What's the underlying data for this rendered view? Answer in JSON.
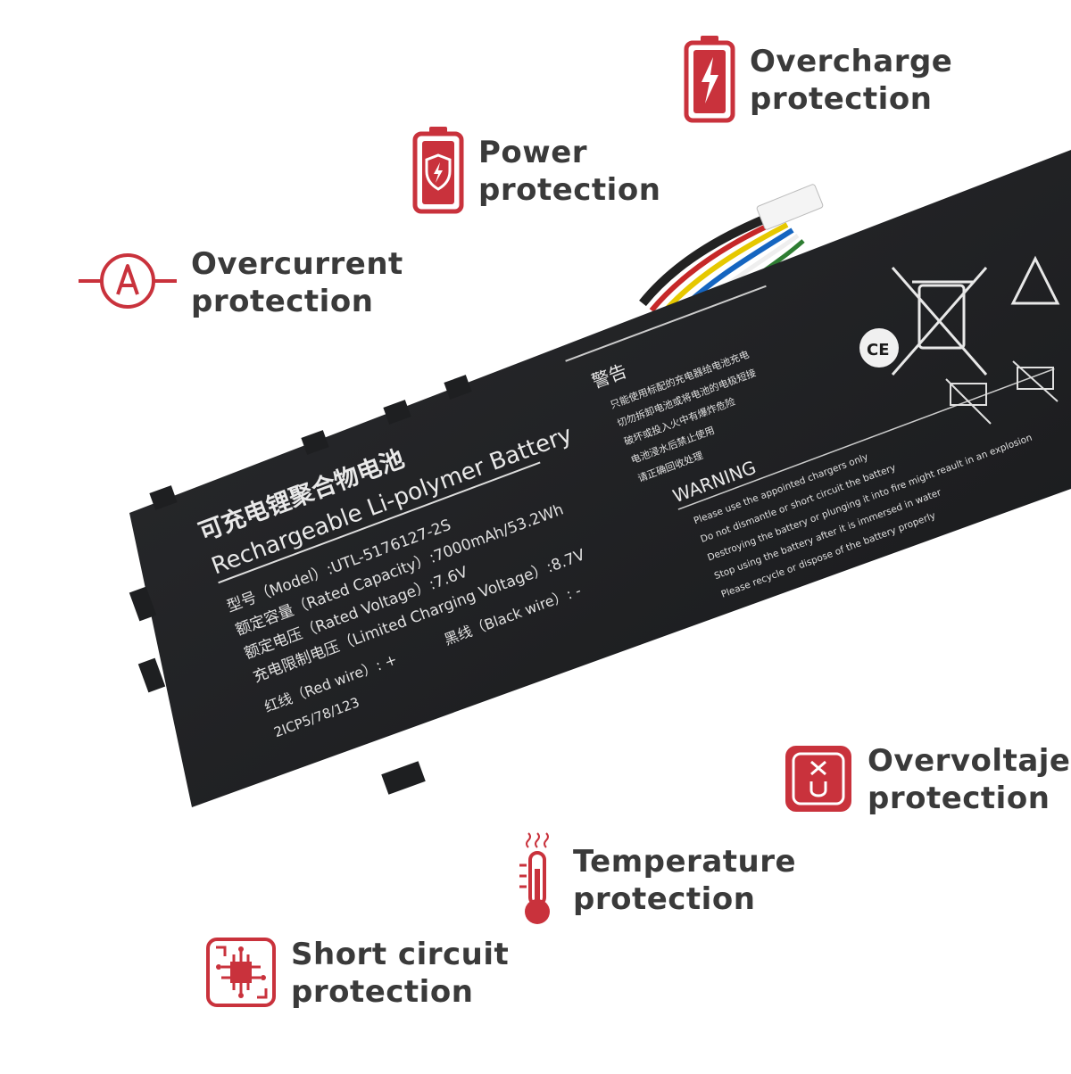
{
  "accent_color": "#c9323c",
  "features": {
    "overcharge": {
      "line1": "Overcharge",
      "line2": "protection",
      "icon": "battery-lightning-icon"
    },
    "power": {
      "line1": "Power",
      "line2": "protection",
      "icon": "battery-shield-icon"
    },
    "overcurrent": {
      "line1": "Overcurrent",
      "line2": "protection",
      "icon": "ampere-circle-icon"
    },
    "overvoltage": {
      "line1": "Overvoltaje",
      "line2": "protection",
      "icon": "voltage-square-icon"
    },
    "temperature": {
      "line1": "Temperature",
      "line2": "protection",
      "icon": "thermometer-icon"
    },
    "short_circuit": {
      "line1": "Short circuit",
      "line2": "protection",
      "icon": "chip-circuit-icon"
    }
  },
  "battery": {
    "title_cn": "可充电锂聚合物电池",
    "title_en": "Rechargeable Li-polymer Battery",
    "spec_model": "型号（Model）:UTL-5176127-2S",
    "spec_capacity": "额定容量（Rated Capacity）:7000mAh/53.2Wh",
    "spec_voltage": "额定电压（Rated Voltage）:7.6V",
    "spec_charge": "充电限制电压（Limited Charging Voltage）:8.7V",
    "wire_red": "红线（Red wire）: +",
    "wire_black": "黑线（Black wire）: -",
    "cell_code": "2ICP5/78/123",
    "warning_cn_title": "警告",
    "warning_cn_items": [
      "只能使用标配的充电器给电池充电",
      "切勿拆卸电池或将电池的电极短接",
      "破坏或投入火中有爆炸危险",
      "电池浸水后禁止使用",
      "请正确回收处理"
    ],
    "warning_en_title": "WARNING",
    "warning_en_items": [
      "Please use the appointed chargers only",
      "Do not dismantle or short circuit the battery",
      "Destroying the battery or plunging it into fire might reault in an explosion",
      "Stop using the battery after it is immersed in water",
      "Please recycle or dispose of the battery properly"
    ],
    "ce_mark": "CE"
  }
}
